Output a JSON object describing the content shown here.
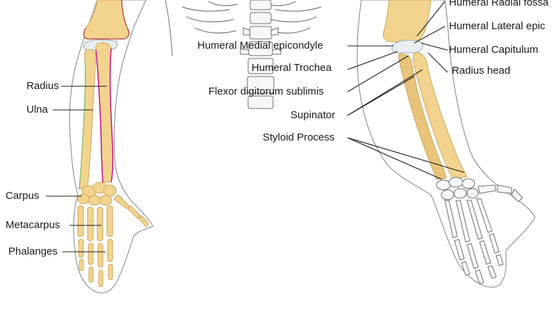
{
  "labels": {
    "radius": "Radius",
    "ulna": "Ulna",
    "carpus": "Carpus",
    "metacarpus": "Metacarpus",
    "phalanges": "Phalanges",
    "humeral_radial_fossa": "Humeral Radial fossa",
    "humeral_lateral_epicondyle": "Humeral Lateral epic",
    "humeral_capitulum": "Humeral Capitulum",
    "humeral_medial_epicondyle": "Humeral Medial epicondyle",
    "humeral_trochea": "Humeral Trochea",
    "radius_head": "Radius head",
    "flexor_digitorum_sublimis": "Flexor digitorum sublimis",
    "supinator": "Supinator",
    "styloid_process": "Styloid Process"
  },
  "colors": {
    "bone": "#f3d48e",
    "ulna_outline": "#c2188f",
    "radius_outline": "#7dc06a",
    "cartilage": "#e9eef2"
  }
}
